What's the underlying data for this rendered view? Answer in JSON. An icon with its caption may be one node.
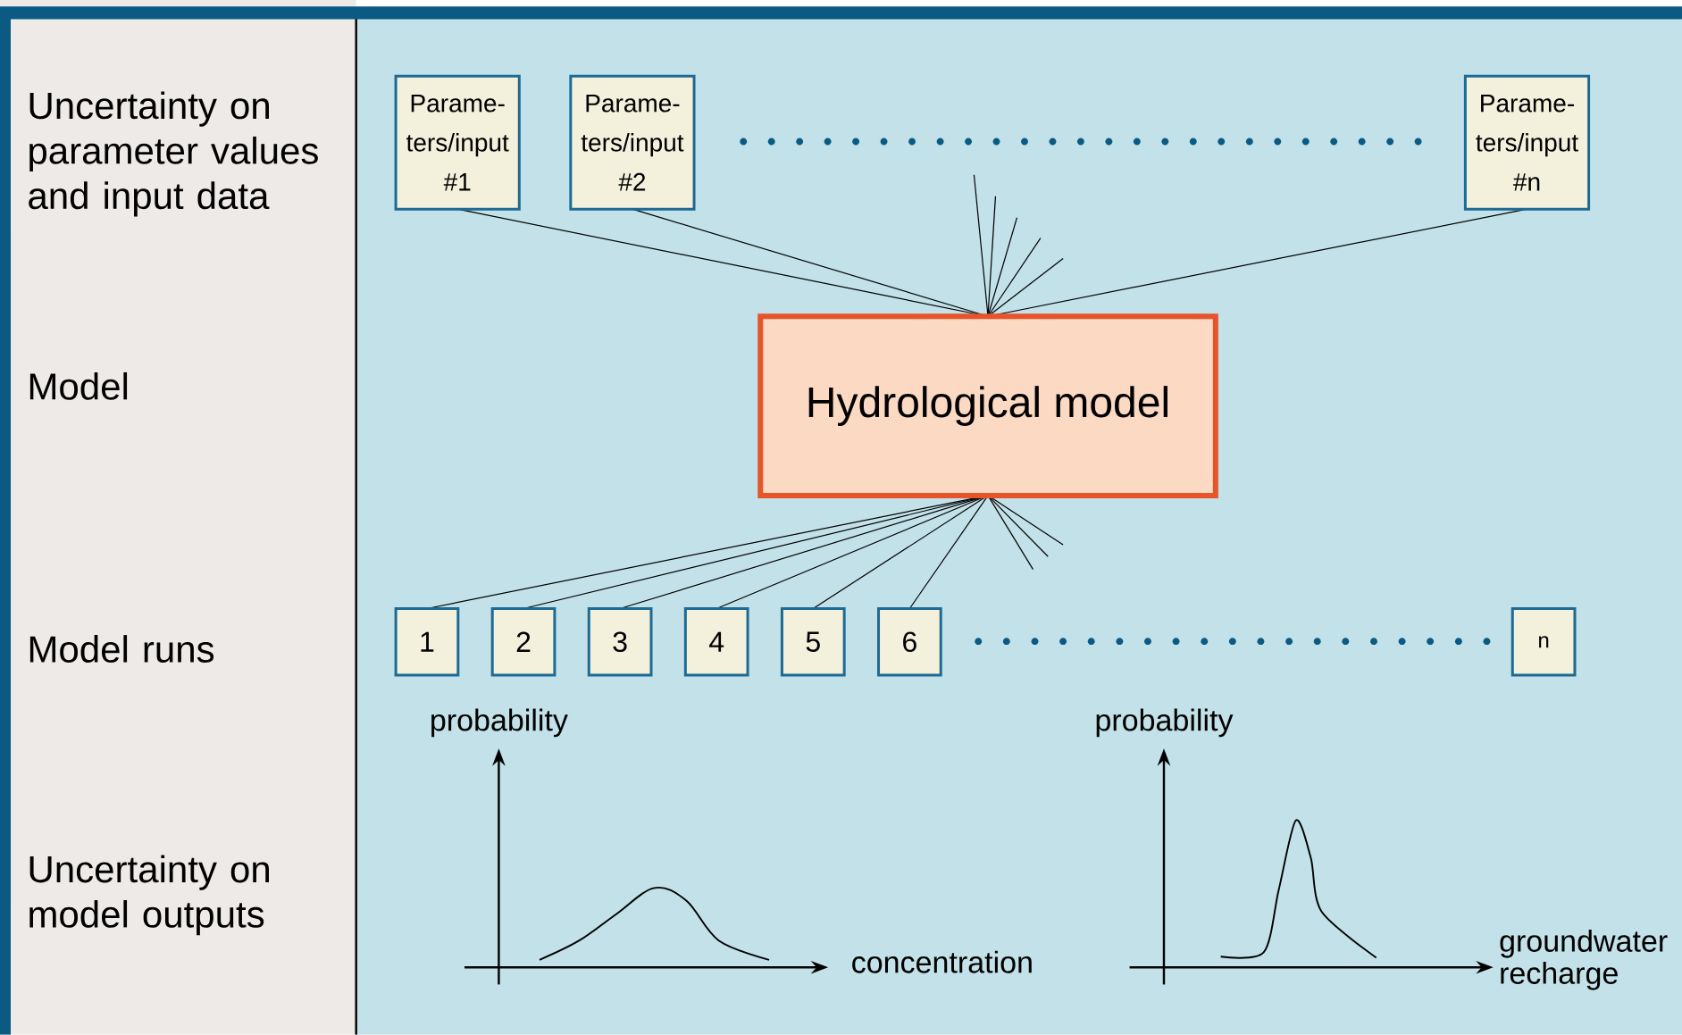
{
  "diagram": {
    "nodes": [
      {
        "text": [
          "Parame- ters/input #1"
        ]
      },
      {
        "text": [
          "Parame- ters/input #2"
        ]
      },
      {
        "text": [
          "Parame- ters/input #n"
        ]
      },
      {
        "text": [
          "Hydrological model"
        ]
      },
      {
        "text": [
          "1"
        ]
      },
      {
        "text": [
          "2"
        ]
      },
      {
        "text": [
          "3"
        ]
      },
      {
        "text": [
          "4"
        ]
      },
      {
        "text": [
          "5"
        ]
      },
      {
        "text": [
          "6"
        ]
      },
      {
        "text": [
          "n"
        ]
      }
    ],
    "edges": [
      {
        "from": 0,
        "to": 3,
        "arrow": "none"
      },
      {
        "from": 1,
        "to": 3,
        "arrow": "none"
      },
      {
        "from": 2,
        "to": 3,
        "arrow": "none"
      },
      {
        "from": null,
        "to": 3,
        "arrow": "none"
      },
      {
        "from": null,
        "to": 3,
        "arrow": "none"
      },
      {
        "from": null,
        "to": 3,
        "arrow": "none"
      },
      {
        "from": null,
        "to": 3,
        "arrow": "none"
      },
      {
        "from": null,
        "to": 3,
        "arrow": "none"
      },
      {
        "from": 3,
        "to": 4,
        "arrow": "none"
      },
      {
        "from": 3,
        "to": 5,
        "arrow": "none"
      },
      {
        "from": 3,
        "to": 6,
        "arrow": "none"
      },
      {
        "from": 3,
        "to": 7,
        "arrow": "none"
      },
      {
        "from": 3,
        "to": 8,
        "arrow": "none"
      },
      {
        "from": 3,
        "to": 9,
        "arrow": "none"
      },
      {
        "from": 3,
        "to": null,
        "arrow": "none"
      },
      {
        "from": 3,
        "to": null,
        "arrow": "none"
      },
      {
        "from": 3,
        "to": null,
        "arrow": "none"
      }
    ],
    "labels": [
      "Uncertainty on parameter values and input data",
      "Model",
      "Model runs",
      "probability",
      "probability",
      "Uncertainty on model outputs",
      "concentration",
      "groundwater recharge"
    ]
  }
}
